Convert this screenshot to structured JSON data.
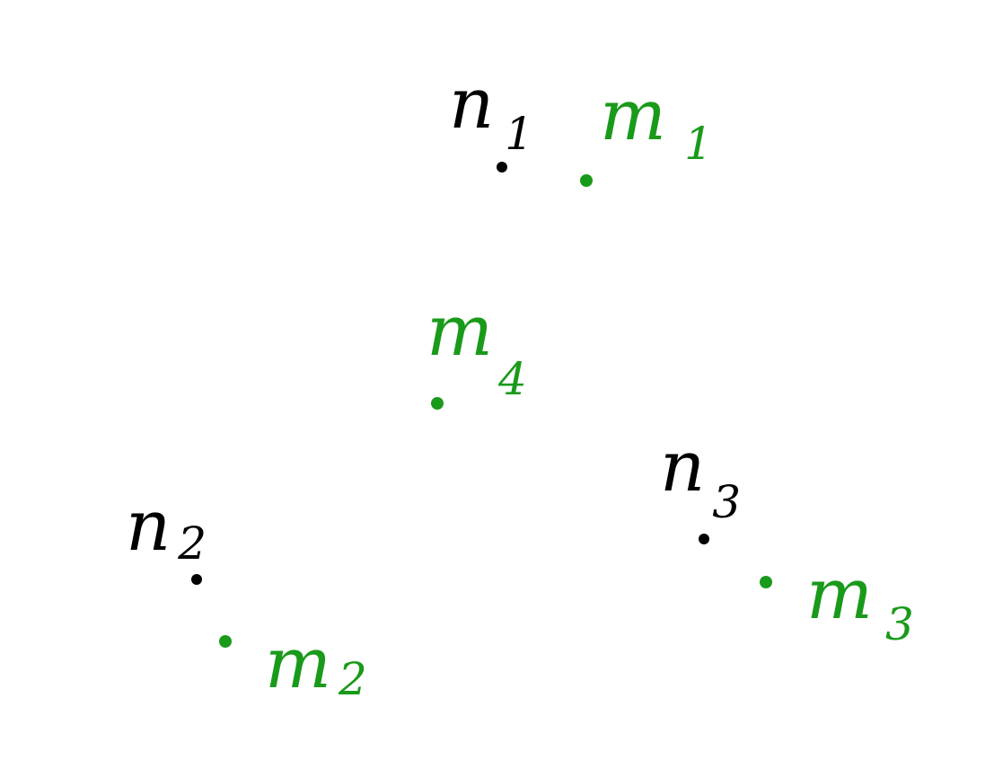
{
  "colors": {
    "n_points": "#000000",
    "m_points": "#1a9a1a",
    "background": "#ffffff"
  },
  "points": [
    {
      "id": "n1",
      "letter": "n",
      "subscript": "1",
      "color": "#000000"
    },
    {
      "id": "n2",
      "letter": "n",
      "subscript": "2",
      "color": "#000000"
    },
    {
      "id": "n3",
      "letter": "n",
      "subscript": "3",
      "color": "#000000"
    },
    {
      "id": "m1",
      "letter": "m",
      "subscript": "1",
      "color": "#1a9a1a"
    },
    {
      "id": "m2",
      "letter": "m",
      "subscript": "2",
      "color": "#1a9a1a"
    },
    {
      "id": "m3",
      "letter": "m",
      "subscript": "3",
      "color": "#1a9a1a"
    },
    {
      "id": "m4",
      "letter": "m",
      "subscript": "4",
      "color": "#1a9a1a"
    }
  ]
}
